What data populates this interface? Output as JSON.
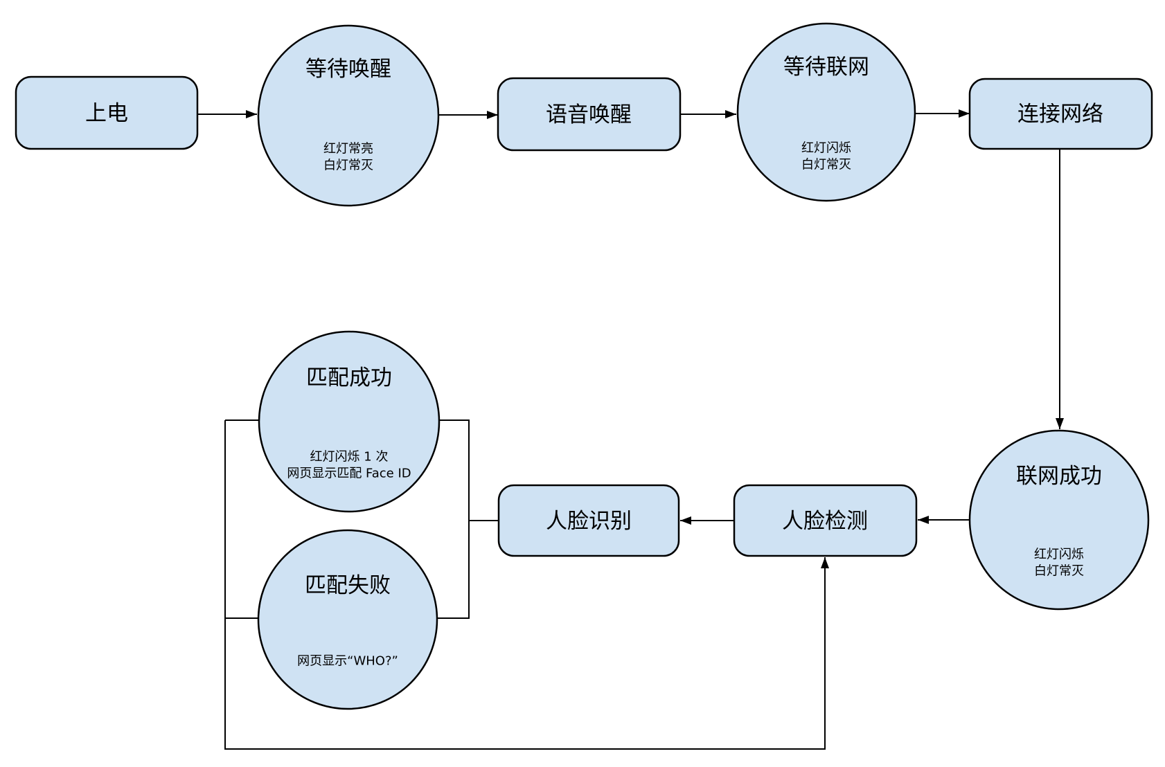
{
  "diagram": {
    "type": "flowchart",
    "background": "#ffffff",
    "node_fill": "#cfe2f3",
    "node_stroke": "#000000",
    "edge_color": "#000000"
  },
  "nodes": {
    "power_on": {
      "shape": "rounded-rect",
      "label": "上电"
    },
    "wait_wake": {
      "shape": "circle",
      "label": "等待唤醒",
      "sub1": "红灯常亮",
      "sub2": "白灯常灭"
    },
    "voice_wake": {
      "shape": "rounded-rect",
      "label": "语音唤醒"
    },
    "wait_network": {
      "shape": "circle",
      "label": "等待联网",
      "sub1": "红灯闪烁",
      "sub2": "白灯常灭"
    },
    "connect_network": {
      "shape": "rounded-rect",
      "label": "连接网络"
    },
    "network_success": {
      "shape": "circle",
      "label": "联网成功",
      "sub1": "红灯闪烁",
      "sub2": "白灯常灭"
    },
    "face_detect": {
      "shape": "rounded-rect",
      "label": "人脸检测"
    },
    "face_recognize": {
      "shape": "rounded-rect",
      "label": "人脸识别"
    },
    "match_success": {
      "shape": "circle",
      "label": "匹配成功",
      "sub1": "红灯闪烁 1 次",
      "sub2": "网页显示匹配 Face ID"
    },
    "match_fail": {
      "shape": "circle",
      "label": "匹配失败",
      "sub1": "网页显示“WHO?”"
    }
  },
  "edges": [
    {
      "from": "power_on",
      "to": "wait_wake",
      "arrow": true
    },
    {
      "from": "wait_wake",
      "to": "voice_wake",
      "arrow": true
    },
    {
      "from": "voice_wake",
      "to": "wait_network",
      "arrow": true
    },
    {
      "from": "wait_network",
      "to": "connect_network",
      "arrow": true
    },
    {
      "from": "connect_network",
      "to": "network_success",
      "arrow": true
    },
    {
      "from": "network_success",
      "to": "face_detect",
      "arrow": true
    },
    {
      "from": "face_detect",
      "to": "face_recognize",
      "arrow": true
    },
    {
      "from": "face_recognize",
      "to": "match_success",
      "arrow": false
    },
    {
      "from": "face_recognize",
      "to": "match_fail",
      "arrow": false
    },
    {
      "from": "match_success",
      "to": "face_detect",
      "arrow": true
    },
    {
      "from": "match_fail",
      "to": "face_detect",
      "arrow": true
    }
  ]
}
